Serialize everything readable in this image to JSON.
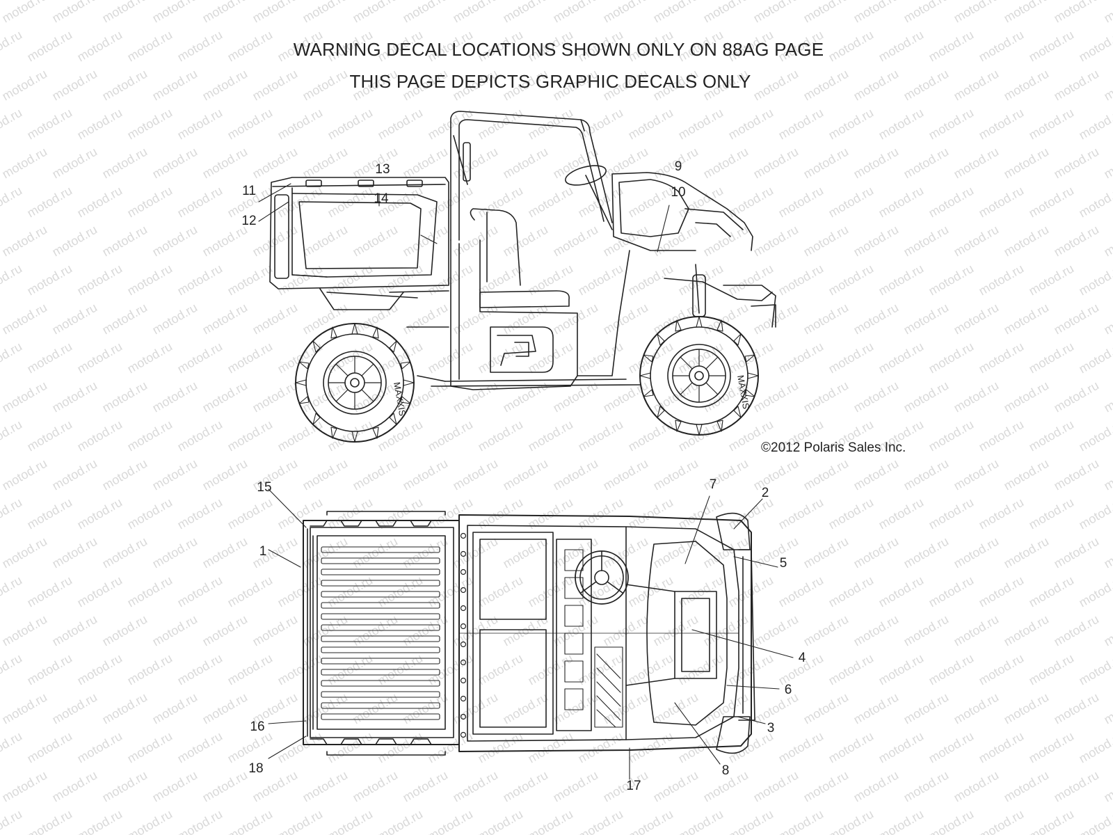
{
  "header": {
    "line1": "WARNING DECAL LOCATIONS SHOWN ONLY ON 88AG PAGE",
    "line2": "THIS PAGE DEPICTS GRAPHIC DECALS ONLY"
  },
  "copyright": "©2012 Polaris Sales Inc.",
  "tire_brand": "MAXXIS",
  "watermark": "motod.ru",
  "callouts": {
    "c1": "1",
    "c2": "2",
    "c3": "3",
    "c4": "4",
    "c5": "5",
    "c6": "6",
    "c7": "7",
    "c8": "8",
    "c9": "9",
    "c10": "10",
    "c11": "11",
    "c12": "12",
    "c13": "13",
    "c14": "14",
    "c15": "15",
    "c16": "16",
    "c17": "17",
    "c18": "18"
  }
}
